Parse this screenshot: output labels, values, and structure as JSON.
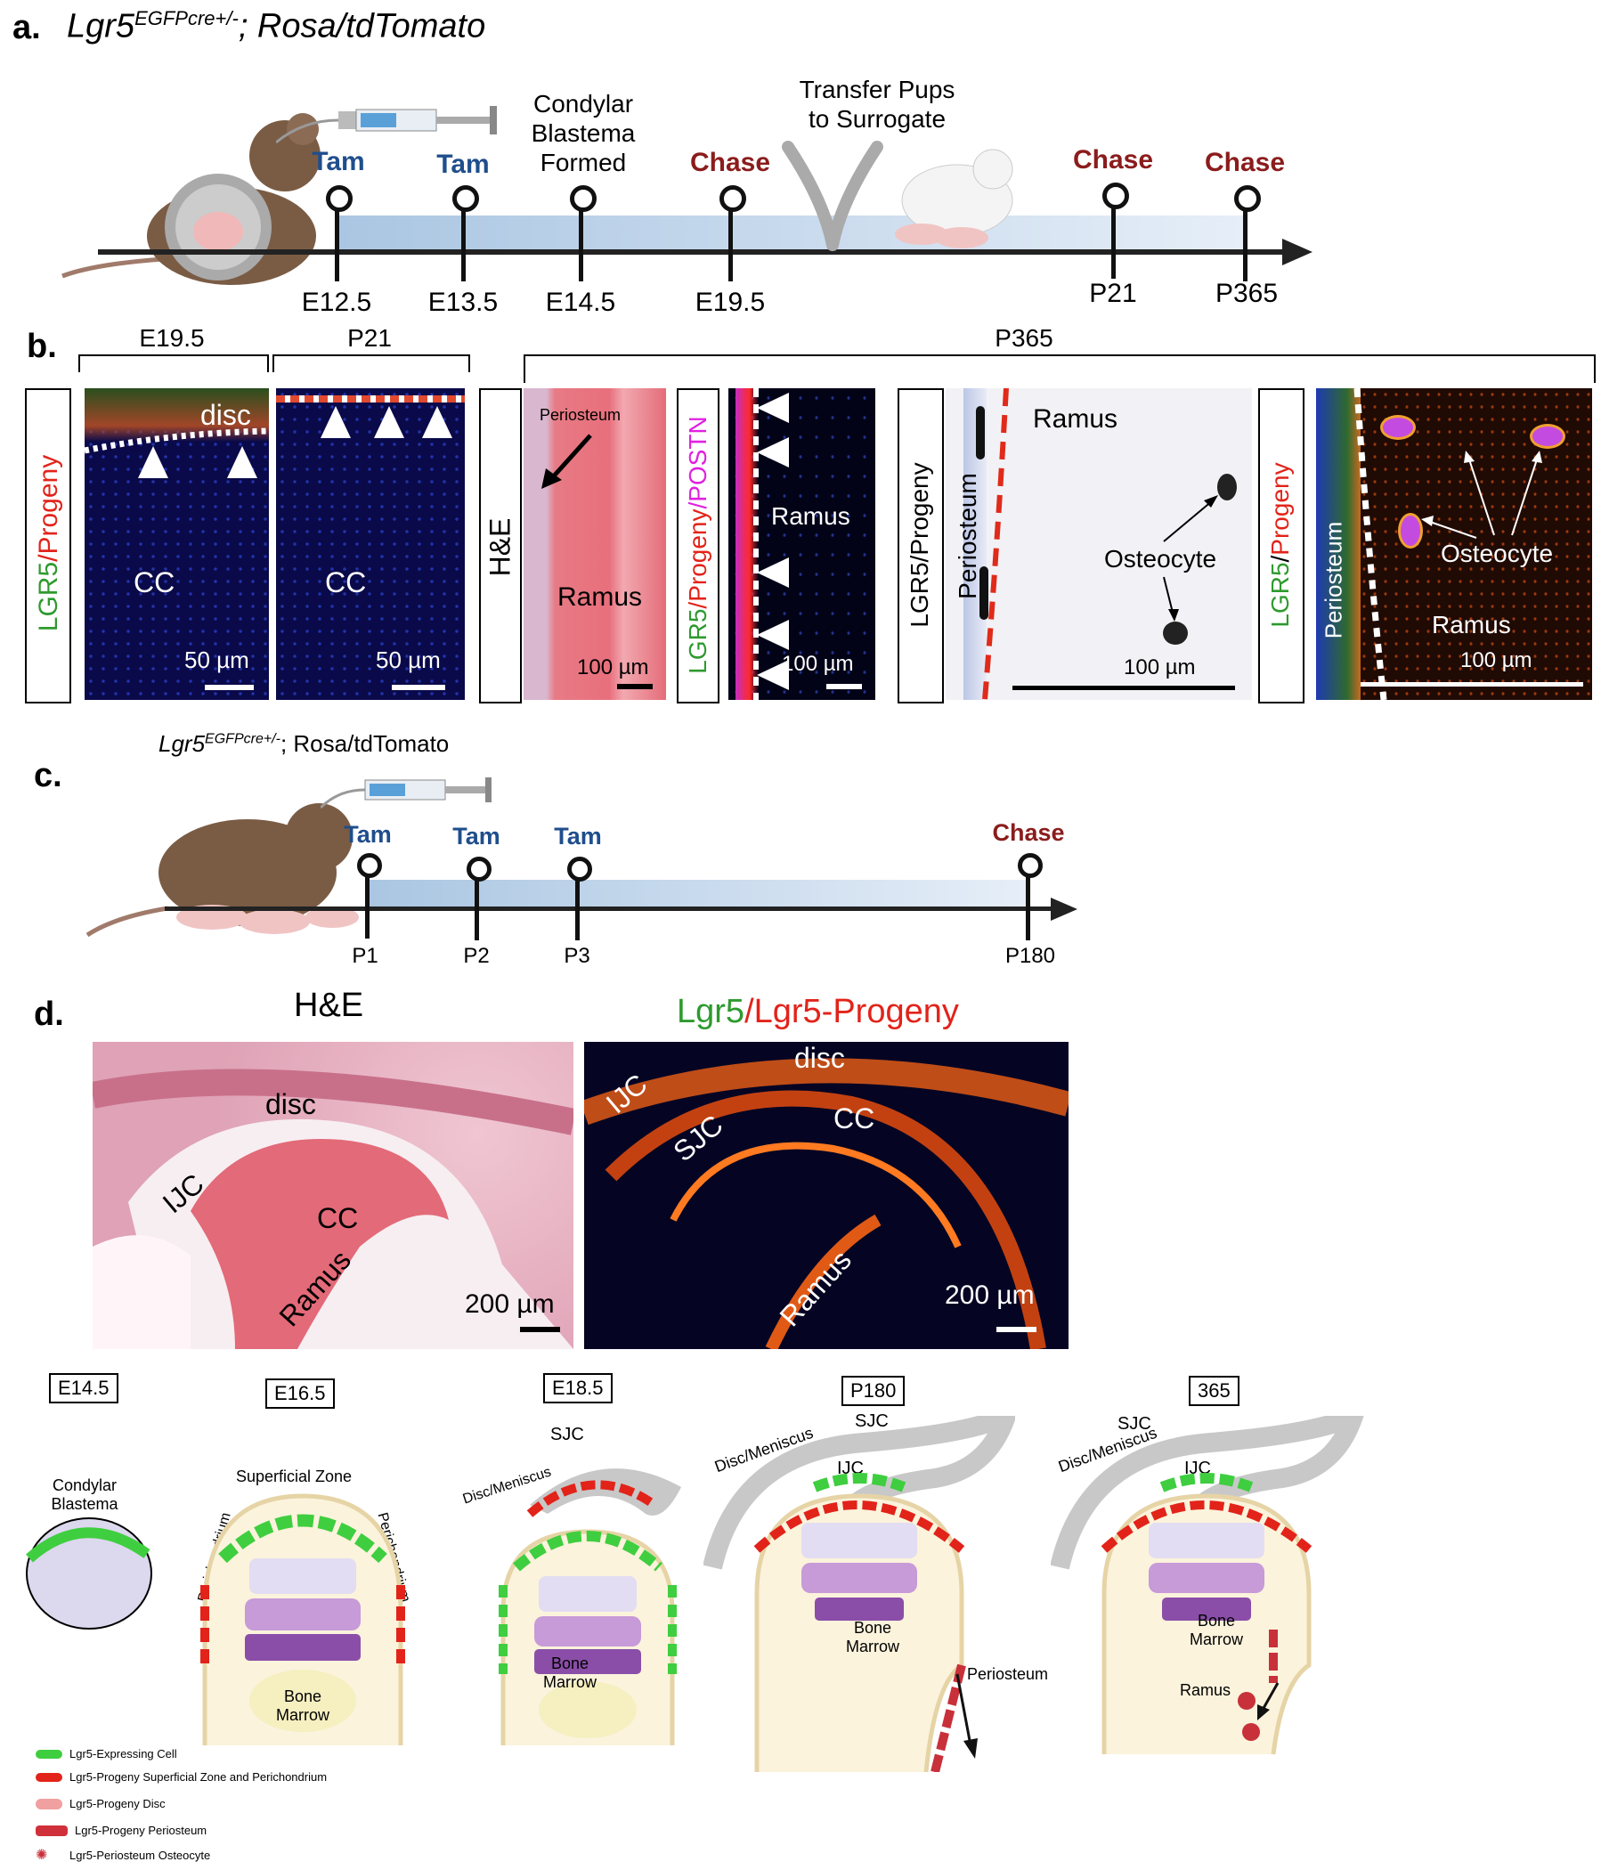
{
  "panel_a": {
    "letter": "a.",
    "genotype_base": "Lgr5",
    "genotype_sup": "EGFPcre+/-",
    "genotype_rest": "; Rosa/tdTomato",
    "events": [
      {
        "label": "Tam",
        "color": "blue",
        "tick": "E12.5"
      },
      {
        "label": "Tam",
        "color": "blue",
        "tick": "E13.5"
      },
      {
        "label": "Condylar\nBlastema\nFormed",
        "color": "black",
        "tick": "E14.5"
      },
      {
        "label": "Chase",
        "color": "red",
        "tick": "E19.5"
      },
      {
        "label": "Chase",
        "color": "red",
        "tick": "P21"
      },
      {
        "label": "Chase",
        "color": "red",
        "tick": "P365"
      }
    ],
    "transfer_label": "Transfer Pups\nto Surrogate"
  },
  "panel_b": {
    "letter": "b.",
    "group_e195": "E19.5",
    "group_p21": "P21",
    "group_p365": "P365",
    "lgr5": "LGR5",
    "progeny": "/Progeny",
    "disc": "disc",
    "cc": "CC",
    "scale_50": "50 µm",
    "scale_100": "100 µm",
    "he": "H&E",
    "periosteum": "Periosteum",
    "ramus": "Ramus",
    "postn": "/POSTN",
    "progeny_plain": "Progeny",
    "osteocyte": "Osteocyte",
    "lgr5_progeny_black": "LGR5/Progeny"
  },
  "panel_c": {
    "letter": "c.",
    "genotype_base": "Lgr5",
    "genotype_sup": "EGFPcre+/-",
    "genotype_rest": "; Rosa/tdTomato",
    "events": [
      {
        "label": "Tam",
        "tick": "P1"
      },
      {
        "label": "Tam",
        "tick": "P2"
      },
      {
        "label": "Tam",
        "tick": "P3"
      },
      {
        "label": "Chase",
        "tick": "P180"
      }
    ]
  },
  "panel_d": {
    "letter": "d.",
    "he_title": "H&E",
    "fluor_title_green": "Lgr5",
    "fluor_title_red": "/Lgr5-Progeny",
    "disc": "disc",
    "ijc": "IJC",
    "sjc": "SJC",
    "cc": "CC",
    "ramus": "Ramus",
    "scale": "200 µm"
  },
  "schematic": {
    "stages": [
      "E14.5",
      "E16.5",
      "E18.5",
      "P180",
      "365"
    ],
    "condylar_blastema": "Condylar\nBlastema",
    "superficial_zone": "Superficial Zone",
    "perichondrium": "Perichondrium",
    "bone_marrow": "Bone\nMarrow",
    "disc_meniscus": "Disc/Meniscus",
    "sjc": "SJC",
    "ijc": "IJC",
    "periosteum": "Periosteum",
    "ramus": "Ramus"
  },
  "legend": [
    "Lgr5-Expressing Cell",
    "Lgr5-Progeny Superficial Zone and Perichondrium",
    "Lgr5-Progeny Disc",
    "Lgr5-Progeny Periosteum",
    "Lgr5-Periosteum Osteocyte"
  ],
  "colors": {
    "tam_blue": "#1f4e8c",
    "chase_red": "#8b1c1c",
    "lgr5_green": "#2e9a2e",
    "progeny_red": "#e2231a",
    "postn_magenta": "#e020e0"
  }
}
